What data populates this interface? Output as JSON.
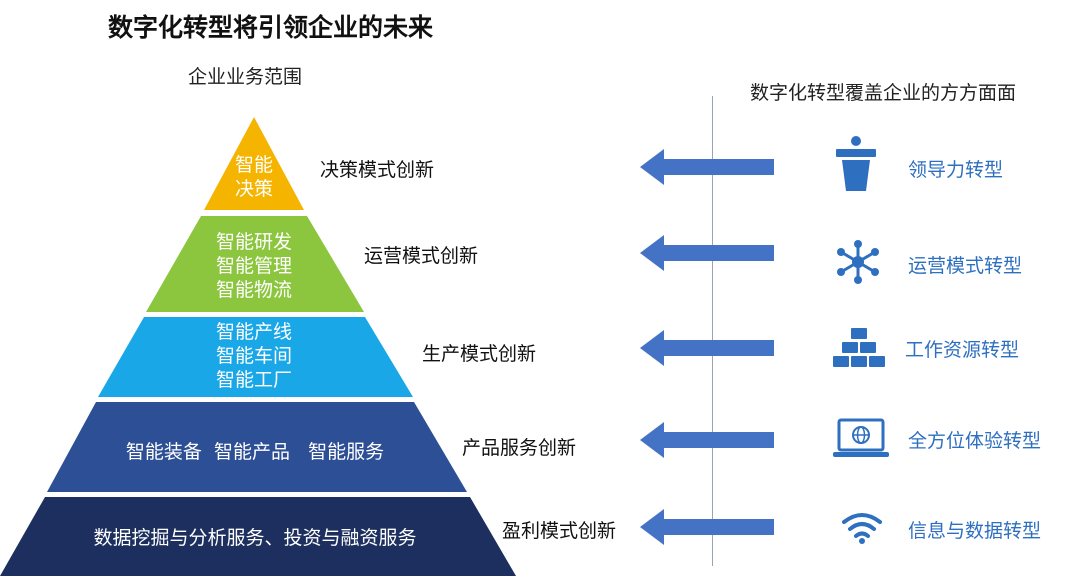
{
  "title": "数字化转型将引领企业的未来",
  "left_heading": "企业业务范围",
  "right_heading": "数字化转型覆盖企业的方方面面",
  "colors": {
    "tier1": "#f5b400",
    "tier2": "#8cc63f",
    "tier3": "#1aa7e8",
    "tier4": "#2d4f96",
    "tier5": "#1c2f5e",
    "arrow": "#4472c4",
    "accent_text": "#2e6fc0"
  },
  "tiers": [
    {
      "lines": [
        "智能",
        "决策"
      ],
      "mode": "决策模式创新"
    },
    {
      "lines": [
        "智能研发",
        "智能管理",
        "智能物流"
      ],
      "mode": "运营模式创新"
    },
    {
      "lines": [
        "智能产线",
        "智能车间",
        "智能工厂"
      ],
      "mode": "生产模式创新"
    },
    {
      "lines": [
        "智能装备  智能产品   智能服务"
      ],
      "mode": "产品服务创新"
    },
    {
      "lines": [
        "数据挖掘与分析服务、投资与融资服务"
      ],
      "mode": "盈利模式创新"
    }
  ],
  "transformations": [
    {
      "label": "领导力转型",
      "icon": "podium-icon"
    },
    {
      "label": "运营模式转型",
      "icon": "network-icon"
    },
    {
      "label": "工作资源转型",
      "icon": "stacked-blocks-icon"
    },
    {
      "label": "全方位体验转型",
      "icon": "laptop-globe-icon"
    },
    {
      "label": "信息与数据转型",
      "icon": "wifi-icon"
    }
  ]
}
